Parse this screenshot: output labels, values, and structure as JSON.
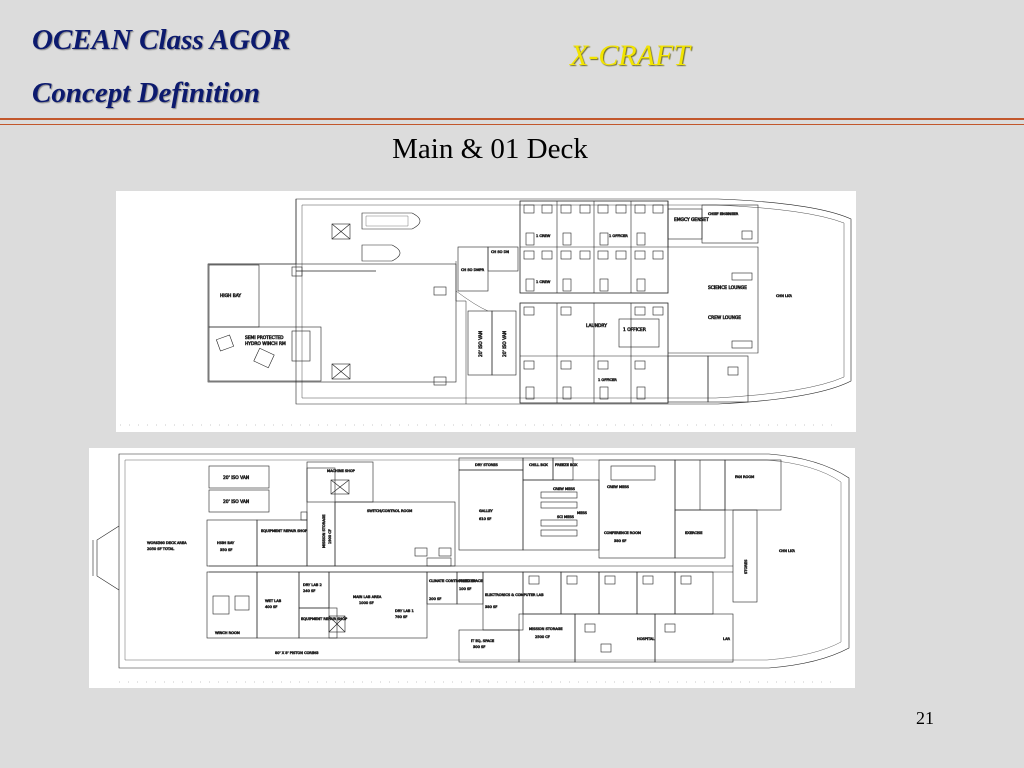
{
  "slide": {
    "title_line1": "OCEAN Class AGOR",
    "title_line2": "Concept Definition",
    "brand": "X-CRAFT",
    "subtitle": "Main & 01 Deck",
    "page_number": "21"
  },
  "main_deck_plan": {
    "labels": {
      "high_bay": "HIGH BAY",
      "semi_protected": "SEMI PROTECTED",
      "hydro_winch_rm": "HYDRO WINCH RM",
      "van_1": "20' ISO VAN",
      "van_2": "20' ISO VAN",
      "laundry": "LAUNDRY",
      "officer": "1 OFFICER",
      "emergency_genset": "EMGCY GENSET",
      "chief_engineer": "CHIEF ENGINEER",
      "science_lounge": "SCIENCE LOUNGE",
      "crew_lounge": "CREW LOUNGE",
      "ch_so_dmpr": "CH SO DMPR",
      "ch_so_dn": "CH SO DN",
      "crew_a": "1 CREW",
      "crew_b": "1 CREW",
      "officer_a": "1 OFFICER",
      "officer_b": "1 OFFICER",
      "bow": "CHN LKR"
    }
  },
  "first_deck_plan": {
    "labels": {
      "van_top": "20' ISO VAN",
      "van_bottom": "20' ISO VAN",
      "working_deck": "WORKING DECK AREA",
      "working_deck_area": "2050 SF TOTAL",
      "high_bay": "HIGH BAY",
      "high_bay_area": "350 SF",
      "equipment_repair": "EQUIPMENT REPAIR SHOP",
      "mission_storage_v": "MISSION STORAGE",
      "mission_storage_v_area": "1900 CF",
      "machine_shop": "MACHINE SHOP",
      "switch_control": "SWITCH/CONTROL ROOM",
      "dry_stores": "DRY STORES",
      "chill_box": "CHILL BOX",
      "freeze_box": "FREEZE BOX",
      "galley": "GALLEY",
      "galley_area": "610 SF",
      "mess": "MESS",
      "crew_mess": "CREW MESS",
      "sci_mess": "SCI MESS",
      "conference_room": "CONFERENCE ROOM",
      "conference_area": "380 SF",
      "exercise": "EXERCISE",
      "fan_room": "FAN ROOM",
      "stores": "STORES",
      "chn_lkr": "CHN LKR",
      "wet_lab": "WET LAB",
      "wet_lab_area": "400 SF",
      "dry_lab_2": "DRY LAB 2",
      "dry_lab_2_area": "240 SF",
      "main_lab_area": "MAIN LAB AREA",
      "main_lab_area_size": "1000 SF",
      "dry_lab_1": "DRY LAB 1",
      "dry_lab_1_area": "760 SF",
      "climate_controlled": "CLIMATE CONTROLLED SPACE",
      "climate_area": "200 SF",
      "freezer": "FREEZER",
      "freezer_area": "100 SF",
      "electronics_lab": "ELECTRONICS & COMPUTER LAB",
      "electronics_area": "380 SF",
      "eq_space": "IT EQ. SPACE",
      "eq_space_area": "300 SF",
      "mission_storage_h": "MISSION STORAGE",
      "mission_storage_h_area": "2500 CF",
      "hospital": "HOSPITAL",
      "lar": "LAR",
      "winch_room": "WINCH ROOM",
      "piston_coring": "80' X 8' PISTON CORING",
      "equipment_repair_lower": "EQUIPMENT REPAIR SHOP"
    }
  }
}
